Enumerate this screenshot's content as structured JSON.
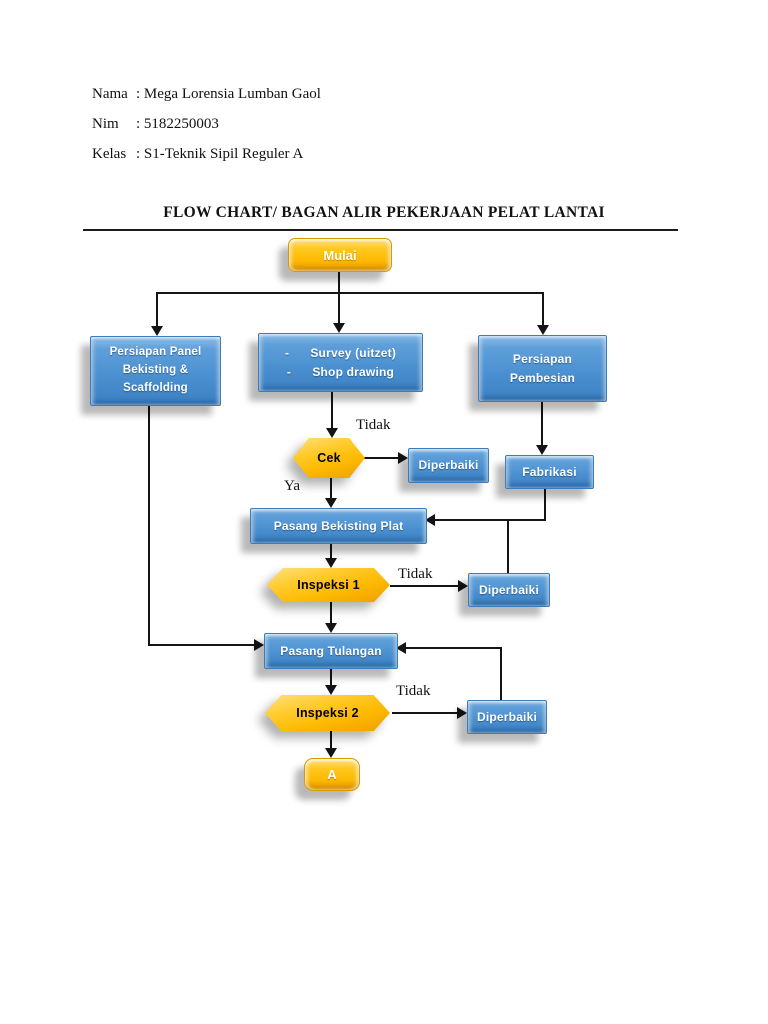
{
  "header": {
    "rows": [
      {
        "label": "Nama",
        "value": ": Mega Lorensia Lumban Gaol"
      },
      {
        "label": "Nim",
        "value": ": 5182250003"
      },
      {
        "label": "Kelas",
        "value": ": S1-Teknik Sipil Reguler A"
      }
    ],
    "title": "FLOW CHART/ BAGAN ALIR PEKERJAAN PELAT LANTAI"
  },
  "flowchart": {
    "mulai": "Mulai",
    "prep_panel": {
      "lines": [
        "Persiapan Panel",
        "Bekisting &",
        "Scaffolding"
      ]
    },
    "survey": {
      "lines": [
        "-      Survey (uitzet)",
        "-      Shop drawing"
      ]
    },
    "prep_pembesian": {
      "lines": [
        "Persiapan",
        "Pembesian"
      ]
    },
    "cek": "Cek",
    "diperbaiki_1": "Diperbaiki",
    "fabrikasi": "Fabrikasi",
    "pasang_bekisting": "Pasang Bekisting Plat",
    "inspeksi_1": "Inspeksi 1",
    "diperbaiki_2": "Diperbaiki",
    "pasang_tulangan": "Pasang Tulangan",
    "inspeksi_2": "Inspeksi 2",
    "diperbaiki_3": "Diperbaiki",
    "connector_a": "A",
    "labels": {
      "tidak_cek": "Tidak",
      "ya": "Ya",
      "tidak_inspeksi_1": "Tidak",
      "tidak_inspeksi_2": "Tidak"
    }
  },
  "colors": {
    "node_blue": "#4E94D4",
    "node_yellow": "#FFC000",
    "line": "#141414"
  }
}
